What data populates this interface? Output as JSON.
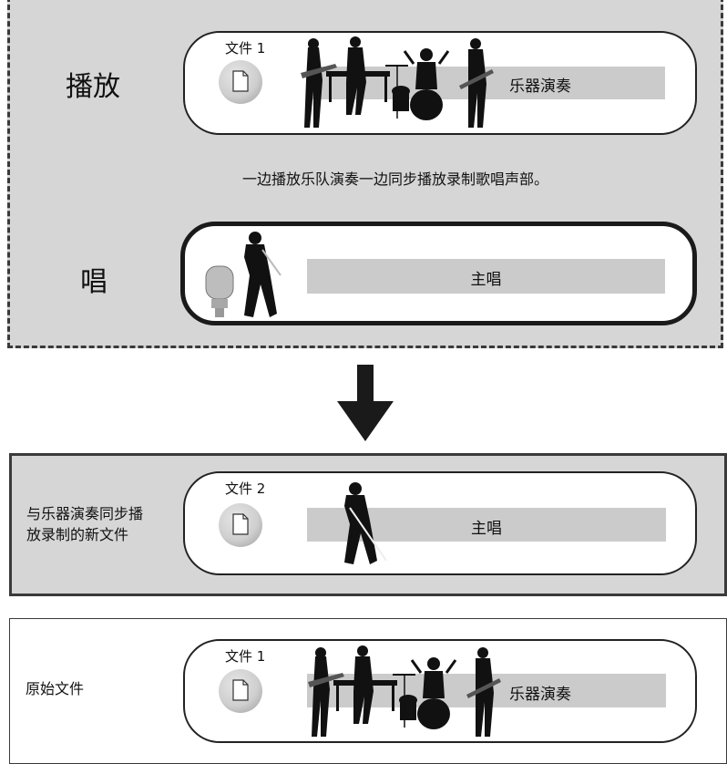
{
  "top": {
    "playback_title": "播放",
    "sing_title": "唱",
    "caption": "一边播放乐队演奏一边同步播放录制歌唱声部。",
    "band_track": {
      "file_label": "文件 1",
      "bar_label": "乐器演奏"
    },
    "vocal_track": {
      "bar_label": "主唱"
    }
  },
  "arrow": {
    "icon": "down-arrow-icon"
  },
  "middle": {
    "side_label_line1": "与乐器演奏同步播",
    "side_label_line2": "放录制的新文件",
    "track": {
      "file_label": "文件 2",
      "bar_label": "主唱"
    }
  },
  "bottom": {
    "side_label": "原始文件",
    "track": {
      "file_label": "文件 1",
      "bar_label": "乐器演奏"
    }
  },
  "colors": {
    "panel_grey": "#d6d6d6",
    "bar_grey": "#cbcbcb",
    "border_dark": "#1a1a1a"
  }
}
